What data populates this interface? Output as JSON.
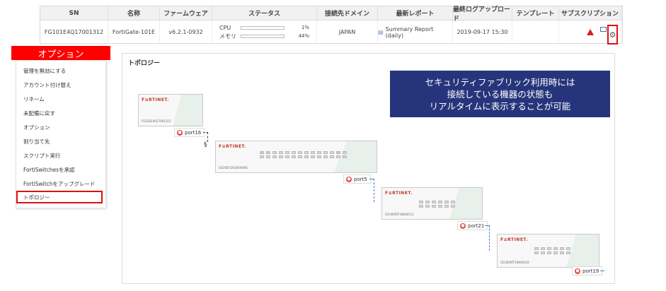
{
  "table": {
    "headers": [
      "SN",
      "名称",
      "ファームウェア",
      "ステータス",
      "接続先ドメイン",
      "最新レポート",
      "最終ログアップロード",
      "テンプレート",
      "サブスクリプション"
    ],
    "row": {
      "sn": "FG101E4Q17001312",
      "name": "FortiGate-101E",
      "firmware": "v6.2.1-0932",
      "cpu_label": "CPU",
      "cpu_pct": "1%",
      "cpu_value": 0.01,
      "mem_label": "メモリ",
      "mem_pct": "44%",
      "mem_value": 0.44,
      "domain": "JAPAN",
      "report": "Summary Report (daily)",
      "last_log": "2019-09-17 15:30",
      "template": "",
      "subscription_icon": "warning-icon"
    },
    "status_color": "#1e8a2a",
    "warning_color": "#d61f1f"
  },
  "options": {
    "header": "オプション",
    "items": [
      "管理を無効にする",
      "アカウント付け替え",
      "リネーム",
      "未配備に戻す",
      "オプション",
      "割り当て先",
      "スクリプト実行",
      "FortiSwitchesを承認",
      "FortiSwitchをアップグレード",
      "トポロジー"
    ],
    "selected_index": 9,
    "accent": "#ff0000"
  },
  "topology": {
    "title": "トポロジー",
    "callout": [
      "セキュリティファブリック利用時には",
      "接続している機器の状態も",
      "リアルタイムに表示することが可能"
    ],
    "callout_bg": "#26357b",
    "devices": [
      {
        "brand": "F≡RTINET.",
        "serial": "FG101E4Q17001312"
      },
      {
        "brand": "F≡RTINET.",
        "serial": "S424DF3X16000091"
      },
      {
        "brand": "F≡RTINET.",
        "serial": "S224ENTF18000111"
      },
      {
        "brand": "F≡RTINET.",
        "serial": "S224ENTF18000102"
      }
    ],
    "ports": [
      "port16",
      "port5",
      "port21",
      "port19"
    ]
  }
}
